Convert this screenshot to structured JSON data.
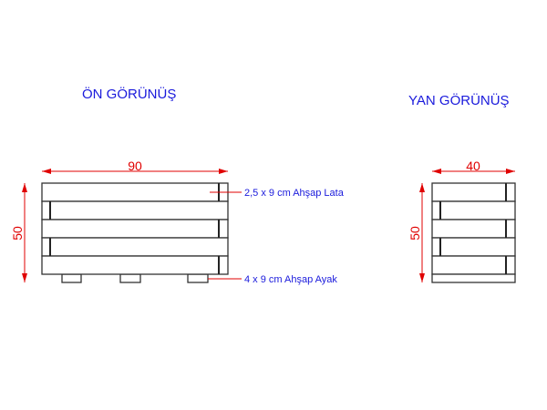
{
  "front_view": {
    "title": "ÖN GÖRÜNÜŞ",
    "width_dim": "90",
    "height_dim": "50"
  },
  "side_view": {
    "title": "YAN GÖRÜNÜŞ",
    "width_dim": "40",
    "height_dim": "50"
  },
  "labels": {
    "slat": "2,5 x 9 cm Ahşap Lata",
    "foot": "4 x 9 cm Ahşap Ayak"
  },
  "colors": {
    "title": "#1a1adc",
    "dimension": "#e00000",
    "outline": "#333333"
  }
}
